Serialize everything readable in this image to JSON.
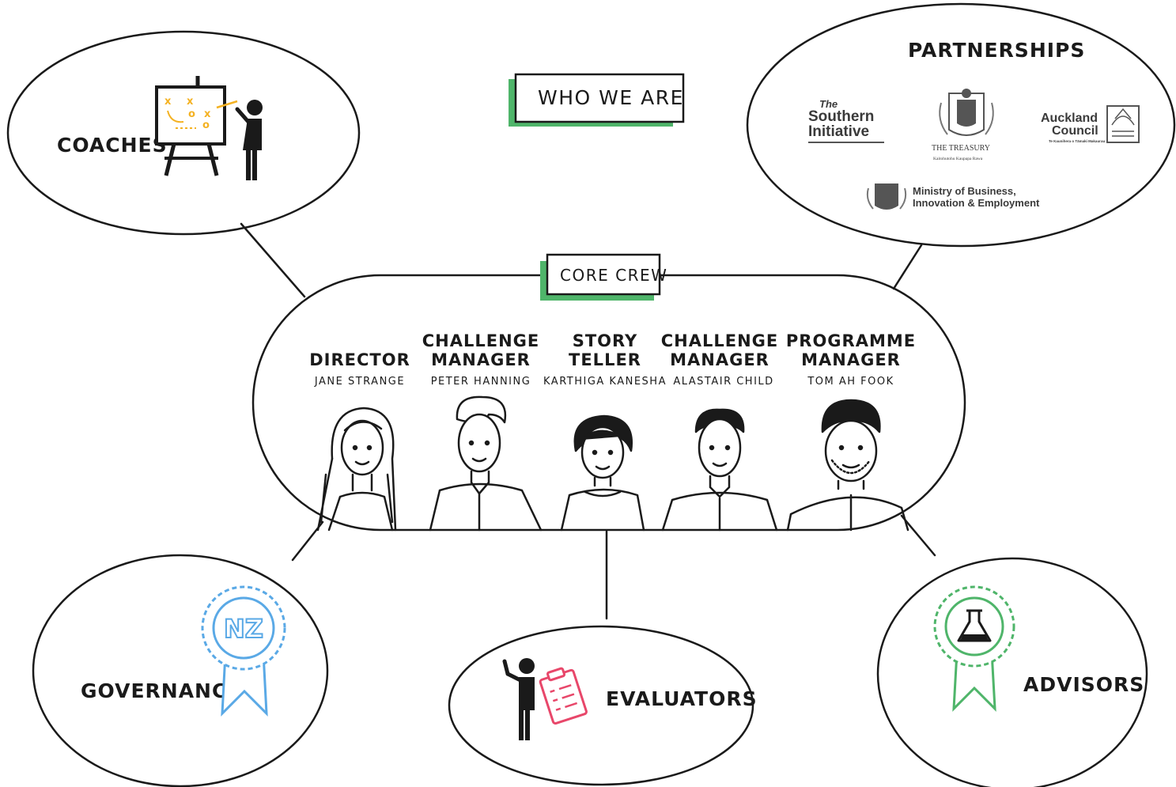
{
  "title": "WHO WE ARE",
  "core_crew": {
    "label": "CORE CREW",
    "members": [
      {
        "role_lines": [
          "DIRECTOR"
        ],
        "name": "JANE STRANGE"
      },
      {
        "role_lines": [
          "CHALLENGE",
          "MANAGER"
        ],
        "name": "PETER HANNING"
      },
      {
        "role_lines": [
          "STORY",
          "TELLER"
        ],
        "name": "KARTHIGA KANESHA"
      },
      {
        "role_lines": [
          "CHALLENGE",
          "MANAGER"
        ],
        "name": "ALASTAIR CHILD"
      },
      {
        "role_lines": [
          "PROGRAMME",
          "MANAGER"
        ],
        "name": "TOM AH FOOK"
      }
    ]
  },
  "groups": {
    "coaches": "COACHES",
    "partnerships": "PARTNERSHIPS",
    "governance": "GOVERNANCE",
    "evaluators": "EVALUATORS",
    "advisors": "ADVISORS"
  },
  "partners": {
    "southern_initiative": {
      "line1": "The",
      "line2": "Southern",
      "line3": "Initiative"
    },
    "treasury": {
      "line1": "THE TREASURY",
      "line2": "Kaitohutohu Kaupapa Rawa"
    },
    "auckland_council": {
      "line1": "Auckland",
      "line2": "Council",
      "line3": "Te Kaunihera o Tāmaki Makaurau"
    },
    "mbie": {
      "line1": "Ministry of Business,",
      "line2": "Innovation & Employment"
    }
  },
  "badges": {
    "governance_badge_text": "NZ"
  },
  "colors": {
    "accent_green": "#4fb56a",
    "governance_blue": "#5aa9e6",
    "coaches_orange": "#f4b223",
    "evaluator_pink": "#e8476a",
    "advisor_green": "#4fb56a",
    "ink": "#1a1a1a"
  },
  "icons": [
    "easel-icon",
    "coach-person-icon",
    "rosette-icon",
    "clipboard-icon",
    "flask-icon",
    "crest-icon"
  ]
}
